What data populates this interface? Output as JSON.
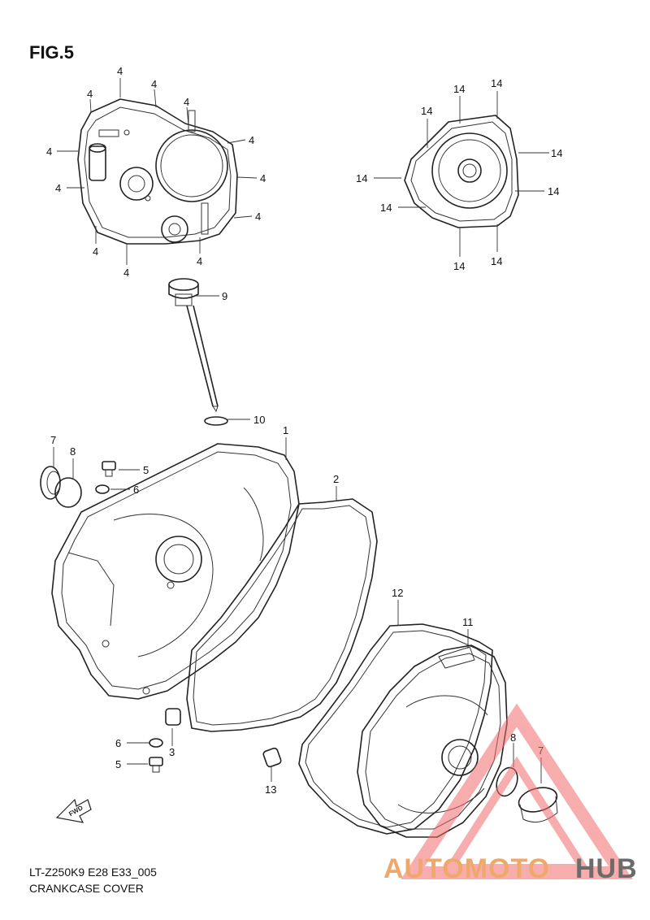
{
  "figure": {
    "title": "FIG.5"
  },
  "footer": {
    "code": "LT-Z250K9 E28 E33_005",
    "name": "CRANKCASE COVER"
  },
  "callouts": {
    "c1": "1",
    "c2": "2",
    "c3": "3",
    "c4": "4",
    "c5": "5",
    "c6": "6",
    "c7": "7",
    "c8": "8",
    "c9": "9",
    "c10": "10",
    "c11": "11",
    "c12": "12",
    "c13": "13",
    "c14": "14"
  },
  "fwd_arrow": {
    "label": "FWD"
  },
  "watermark": {
    "part1": "AUTOMOTO",
    "part2": "HUB",
    "color_part1": "#f0a86a",
    "color_part2": "#6b6b6b",
    "triangle_color": "#f26b6b"
  }
}
